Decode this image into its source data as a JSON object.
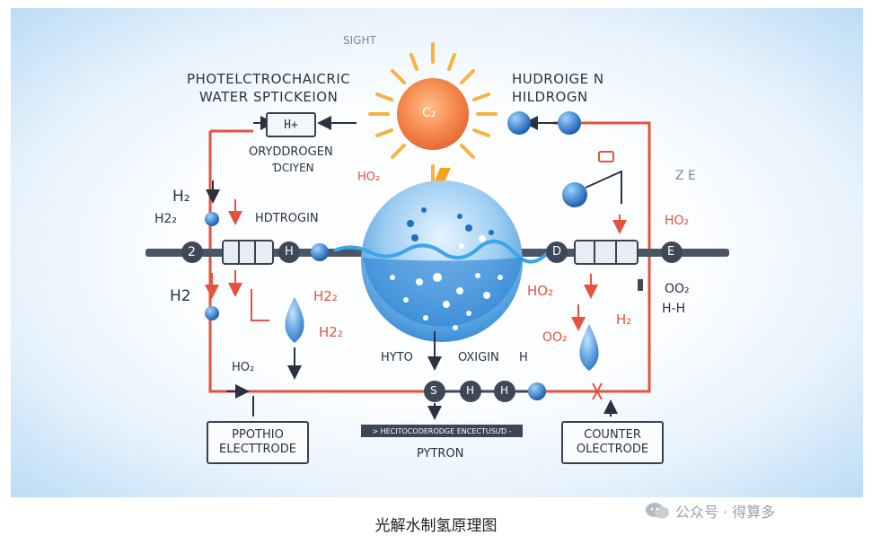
{
  "labels": {
    "top_title_small": "SIGHT",
    "title_left_1": "PHOTELCTROCHAICRIC",
    "title_left_2": "WATER SPTICKEION",
    "title_right_1": "HUDROIGE N",
    "title_right_2": "HILDROGN",
    "box_h_plus": "H+",
    "oxy_1": "ORYDDROGEN",
    "oxy_2": "ƊCIYEN",
    "h2o_near_sun": "HO₂",
    "sun_text": "C₂",
    "ze": "Z E",
    "h2_a": "H₂",
    "h2_b": "H2₂",
    "h2_c": "H2",
    "hdtrogin": "HDTROGIN",
    "h2_red_1": "H2₂",
    "h2_red_2": "H2₂",
    "ho2_bottom_left": "HO₂",
    "hyto": "HYTO",
    "oxigin": "OXIGIN",
    "h_mark": "H",
    "ho2_right_red": "HO₂",
    "ho2_right_red_2": "HO₂",
    "oo2": "OO₂",
    "h2_right_red": "H₂",
    "o2_right": "OO₂",
    "hh_right": "H-H",
    "node_left": "2",
    "node_h": "H",
    "node_d": "D",
    "node_e": "E",
    "node_s": "S",
    "node_h2": "H",
    "node_h3": "H",
    "electrode_left_1": "PPOTHIO",
    "electrode_left_2": "ELECTTRODE",
    "electrode_right_1": "COUNTER",
    "electrode_right_2": "OLECTRODE",
    "banner": "> HECITOCODERODGE ENCECTUSUƊ -",
    "pytron": "PYTRON"
  },
  "caption": "光解水制氢原理图",
  "watermark": "公众号 · 得算多",
  "colors": {
    "accent_red": "#e4533e",
    "sun_orange": "#f3824a",
    "water_blue": "#3a8fd8",
    "line_dark": "#3a4252"
  }
}
